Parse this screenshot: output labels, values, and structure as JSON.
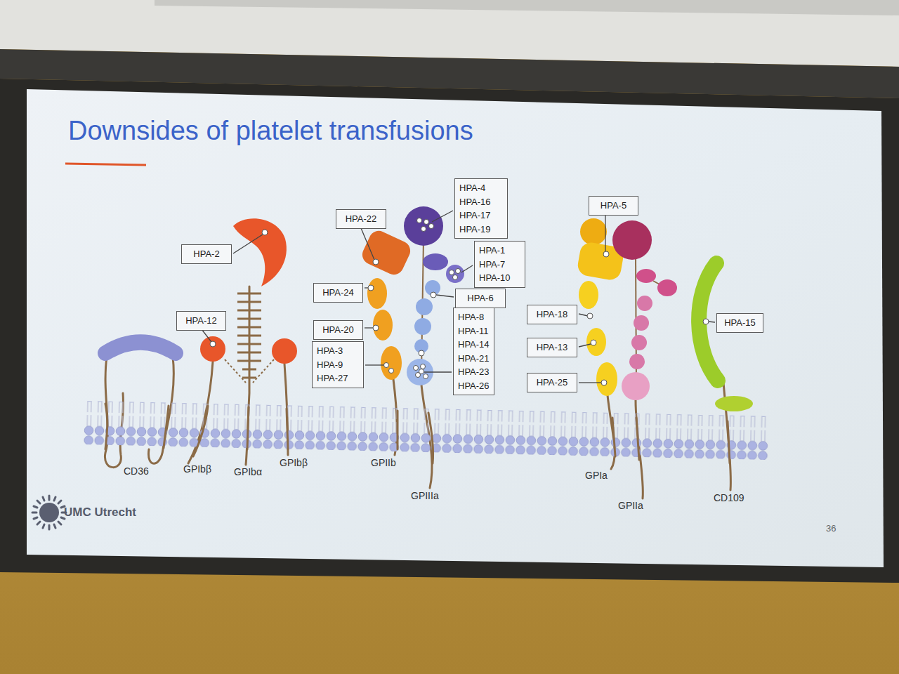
{
  "diagram": {
    "title": "Downsides of platelet transfusions",
    "nodes": [
      {
        "text": [
          "HPA-4",
          "HPA-16",
          "HPA-17",
          "HPA-19"
        ]
      },
      {
        "text": [
          "HPA-5"
        ]
      },
      {
        "text": [
          "HPA-22"
        ]
      },
      {
        "text": [
          "HPA-1",
          "HPA-7",
          "HPA-10"
        ]
      },
      {
        "text": [
          "HPA-2"
        ]
      },
      {
        "text": [
          "HPA-24"
        ]
      },
      {
        "text": [
          "HPA-6"
        ]
      },
      {
        "text": [
          "HPA-8",
          "HPA-11",
          "HPA-14",
          "HPA-21",
          "HPA-23",
          "HPA-26"
        ]
      },
      {
        "text": [
          "HPA-18"
        ]
      },
      {
        "text": [
          "HPA-12"
        ]
      },
      {
        "text": [
          "HPA-15"
        ]
      },
      {
        "text": [
          "HPA-20"
        ]
      },
      {
        "text": [
          "HPA-13"
        ]
      },
      {
        "text": [
          "HPA-3",
          "HPA-9",
          "HPA-27"
        ]
      },
      {
        "text": [
          "HPA-25"
        ]
      }
    ],
    "labels": [
      "CD36",
      "GPIbβ",
      "GPIbα",
      "GPIbβ",
      "GPIIb",
      "GPIIIa",
      "GPIa",
      "GPIIa",
      "CD109",
      "UMC Utrecht",
      "36"
    ]
  }
}
